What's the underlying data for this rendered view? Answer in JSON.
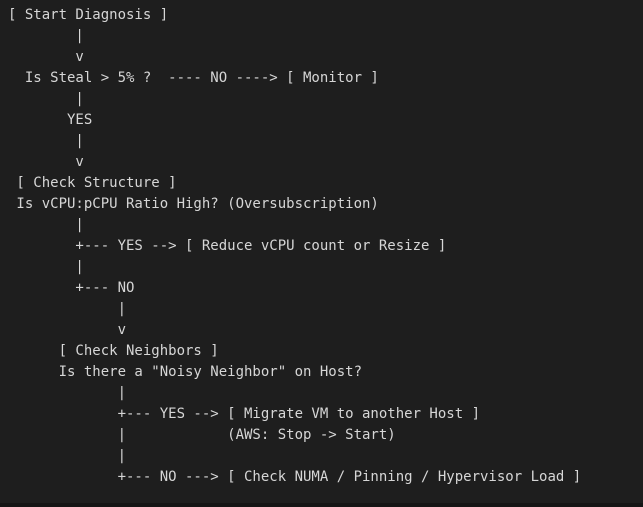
{
  "diagram": {
    "lines": [
      "[ Start Diagnosis ]",
      "        |",
      "        v",
      "  Is Steal > 5% ?  ---- NO ----> [ Monitor ]",
      "        |",
      "       YES",
      "        |",
      "        v",
      " [ Check Structure ]",
      " Is vCPU:pCPU Ratio High? (Oversubscription)",
      "        |",
      "        +--- YES --> [ Reduce vCPU count or Resize ]",
      "        |",
      "        +--- NO",
      "             |",
      "             v",
      "      [ Check Neighbors ]",
      "      Is there a \"Noisy Neighbor\" on Host?",
      "             |",
      "             +--- YES --> [ Migrate VM to another Host ]",
      "             |            (AWS: Stop -> Start)",
      "             |",
      "             +--- NO ---> [ Check NUMA / Pinning / Hypervisor Load ]"
    ]
  }
}
